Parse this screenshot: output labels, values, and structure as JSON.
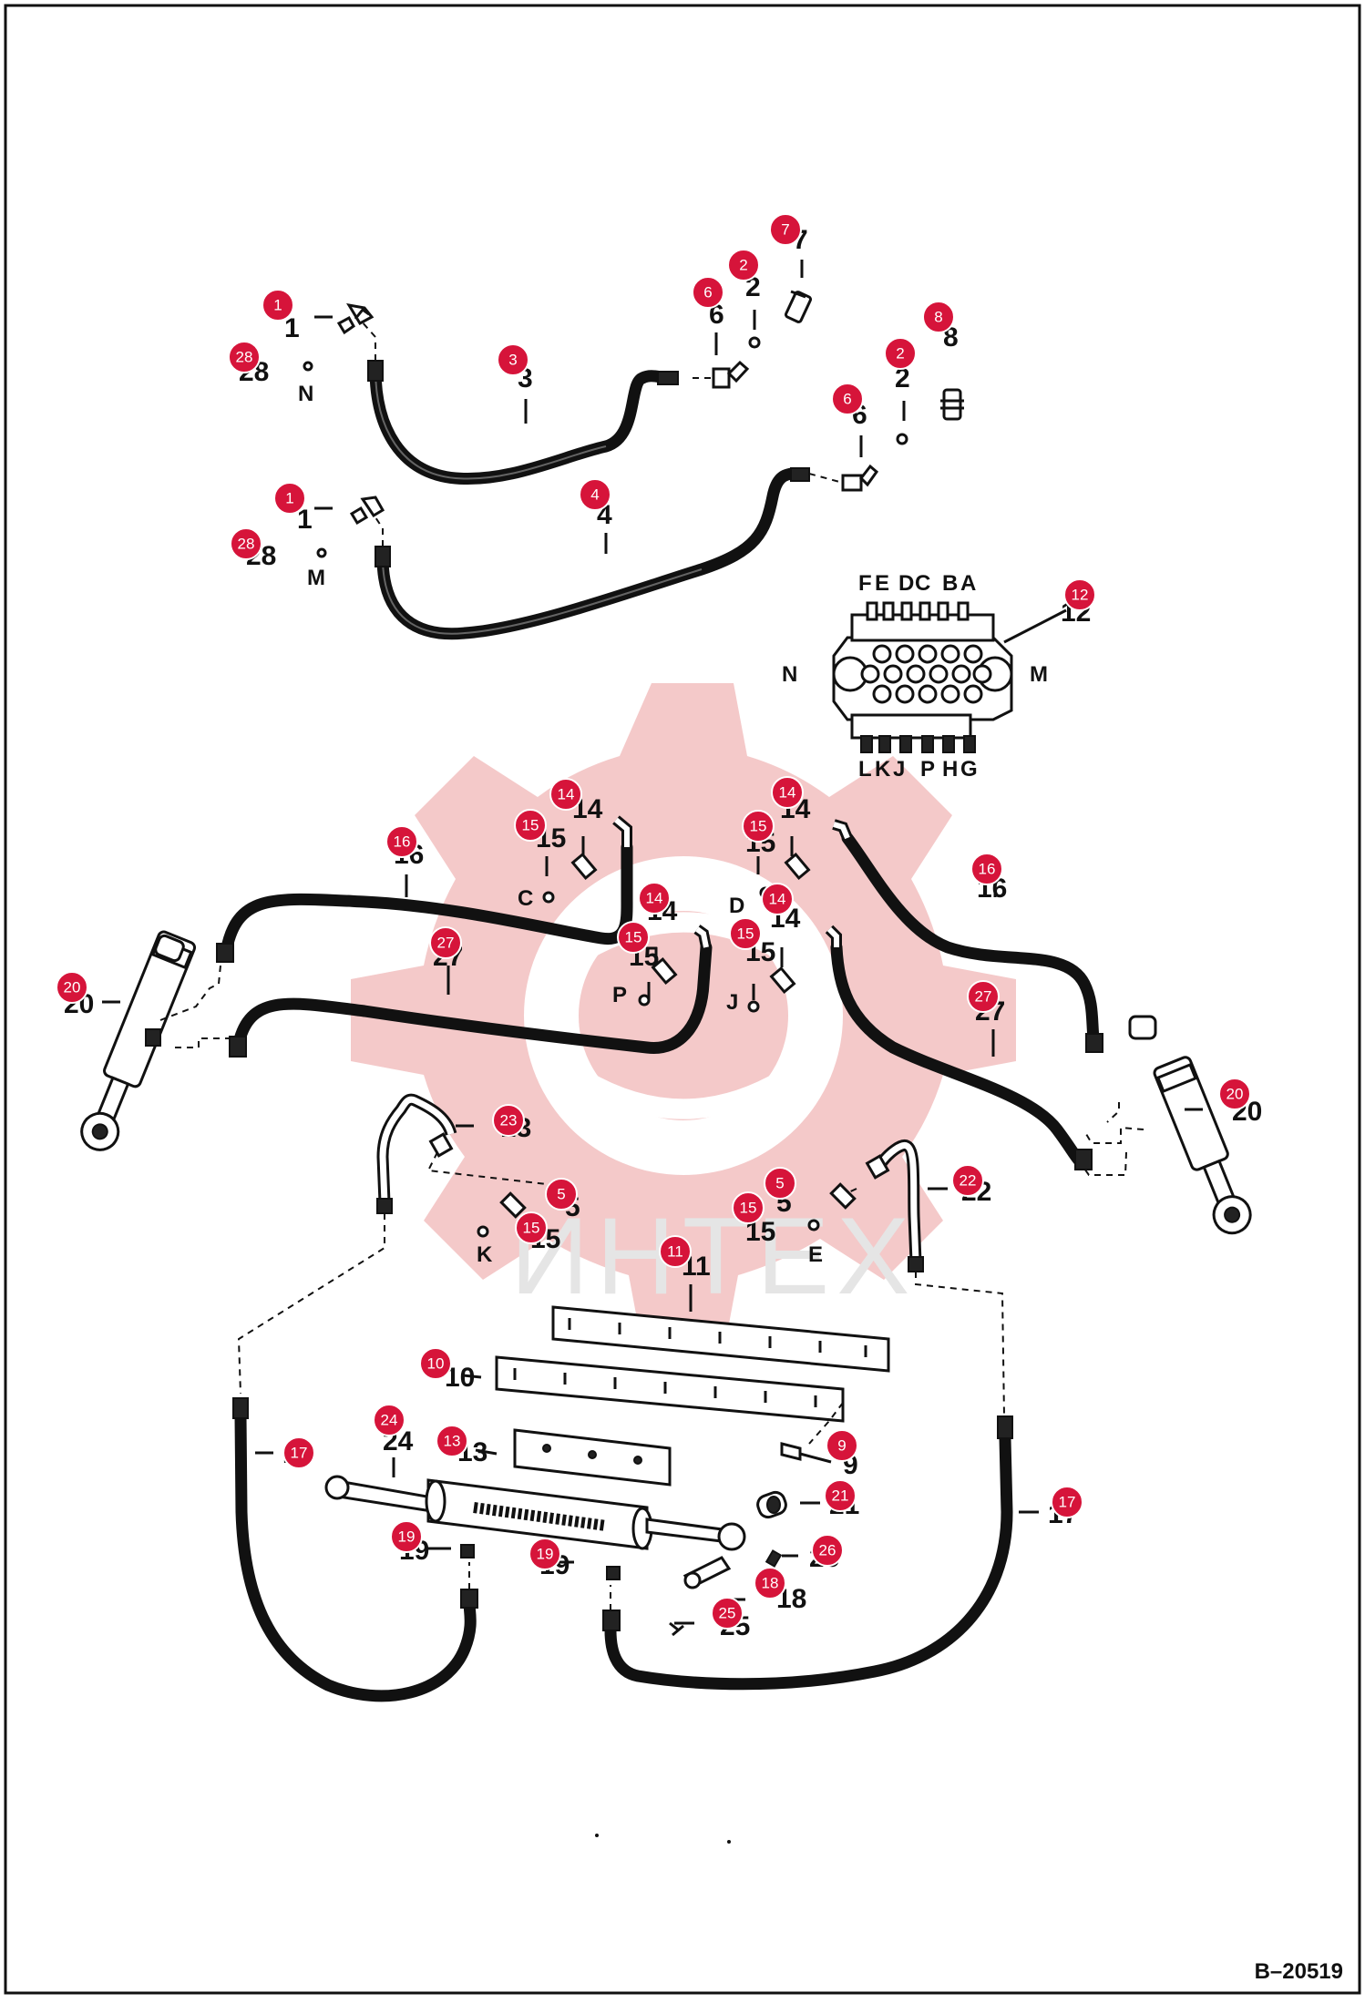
{
  "drawing_number": "B–20519",
  "watermark": {
    "text": "ИНТЕХ",
    "color": "#f3c4c4"
  },
  "valve": {
    "top_ports": [
      "F",
      "E",
      "D",
      "C",
      "B",
      "A"
    ],
    "bottom_ports": [
      "L",
      "K",
      "J",
      "P",
      "H",
      "G"
    ],
    "left_port": "N",
    "right_port": "M"
  },
  "port_labels": {
    "n": "N",
    "m": "M",
    "c": "C",
    "d": "D",
    "p": "P",
    "j": "J",
    "k": "K",
    "e": "E"
  },
  "printed_numbers": {
    "p1a": "1",
    "p28a": "28",
    "p3": "3",
    "p6a": "6",
    "p2a": "2",
    "p7": "7",
    "p8": "8",
    "p2b": "2",
    "p6b": "6",
    "p1b": "1",
    "p28b": "28",
    "p4": "4",
    "p12": "12",
    "p14a": "14",
    "p15a": "15",
    "p16a": "16",
    "p14b": "14",
    "p15b": "15",
    "p27a": "27",
    "p20a": "20",
    "p14c": "14",
    "p15c": "15",
    "p16b": "16",
    "p14d": "14",
    "p15d": "15",
    "p27b": "27",
    "p20b": "20",
    "p23": "23",
    "p5a": "5",
    "p15e": "15",
    "p5b": "5",
    "p15f": "15",
    "p22": "22",
    "p11": "11",
    "p10": "10",
    "p9": "9",
    "p24": "24",
    "p13": "13",
    "p17a": "17",
    "p17b": "17",
    "p21": "21",
    "p19a": "19",
    "p19b": "19",
    "p26": "26",
    "p18": "18",
    "p25": "25"
  },
  "callouts": [
    "1",
    "28",
    "3",
    "6",
    "2",
    "7",
    "8",
    "2",
    "6",
    "1",
    "28",
    "4",
    "12",
    "14",
    "15",
    "16",
    "14",
    "15",
    "27",
    "20",
    "14",
    "15",
    "16",
    "14",
    "15",
    "27",
    "20",
    "23",
    "5",
    "15",
    "5",
    "15",
    "22",
    "11",
    "10",
    "9",
    "24",
    "13",
    "17",
    "17",
    "21",
    "19",
    "19",
    "26",
    "18",
    "25"
  ],
  "colors": {
    "callout": "#d6143a",
    "line": "#111111"
  }
}
